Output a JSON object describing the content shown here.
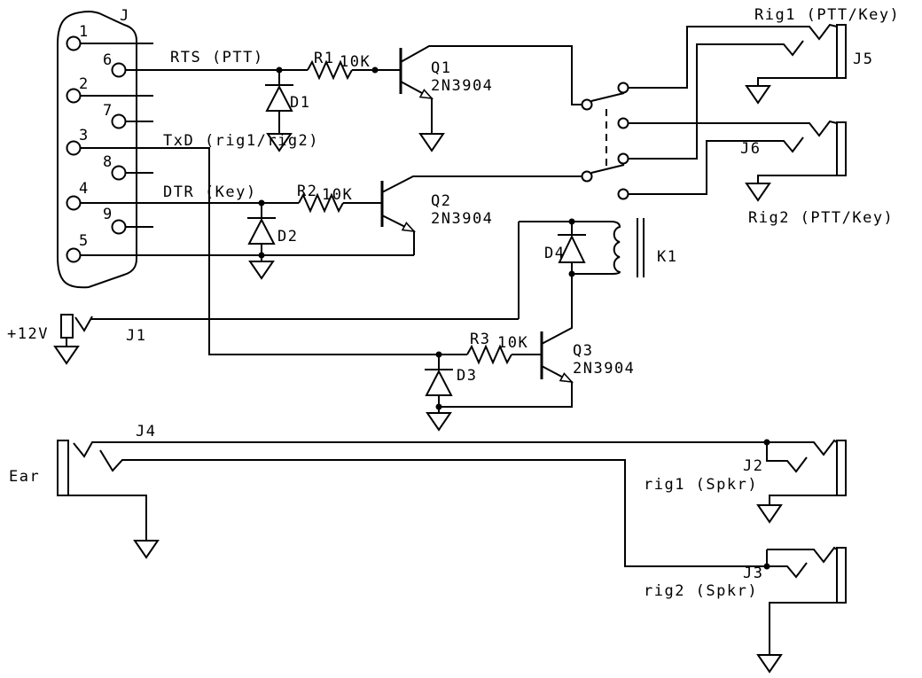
{
  "colors": {
    "ink": "#000000",
    "background": "#ffffff"
  },
  "connector": {
    "label": "J",
    "pins": [
      "1",
      "6",
      "2",
      "7",
      "3",
      "8",
      "4",
      "9",
      "5"
    ]
  },
  "signals": {
    "rts": "RTS (PTT)",
    "txd": "TxD (rig1/rig2)",
    "dtr": "DTR (Key)"
  },
  "resistors": {
    "r1": {
      "ref": "R1",
      "value": "10K"
    },
    "r2": {
      "ref": "R2",
      "value": "10K"
    },
    "r3": {
      "ref": "R3",
      "value": "10K"
    }
  },
  "transistors": {
    "q1": {
      "ref": "Q1",
      "part": "2N3904"
    },
    "q2": {
      "ref": "Q2",
      "part": "2N3904"
    },
    "q3": {
      "ref": "Q3",
      "part": "2N3904"
    }
  },
  "diodes": {
    "d1": "D1",
    "d2": "D2",
    "d3": "D3",
    "d4": "D4"
  },
  "relay": {
    "ref": "K1"
  },
  "power": {
    "rail": "+12V",
    "jack": "J1"
  },
  "jacks": {
    "j5": {
      "ref": "J5",
      "label": "Rig1 (PTT/Key)"
    },
    "j6": {
      "ref": "J6",
      "label": "Rig2 (PTT/Key)"
    },
    "j4": {
      "ref": "J4",
      "label": "Ear"
    },
    "j2": {
      "ref": "J2",
      "label": "rig1 (Spkr)"
    },
    "j3": {
      "ref": "J3",
      "label": "rig2 (Spkr)"
    }
  }
}
